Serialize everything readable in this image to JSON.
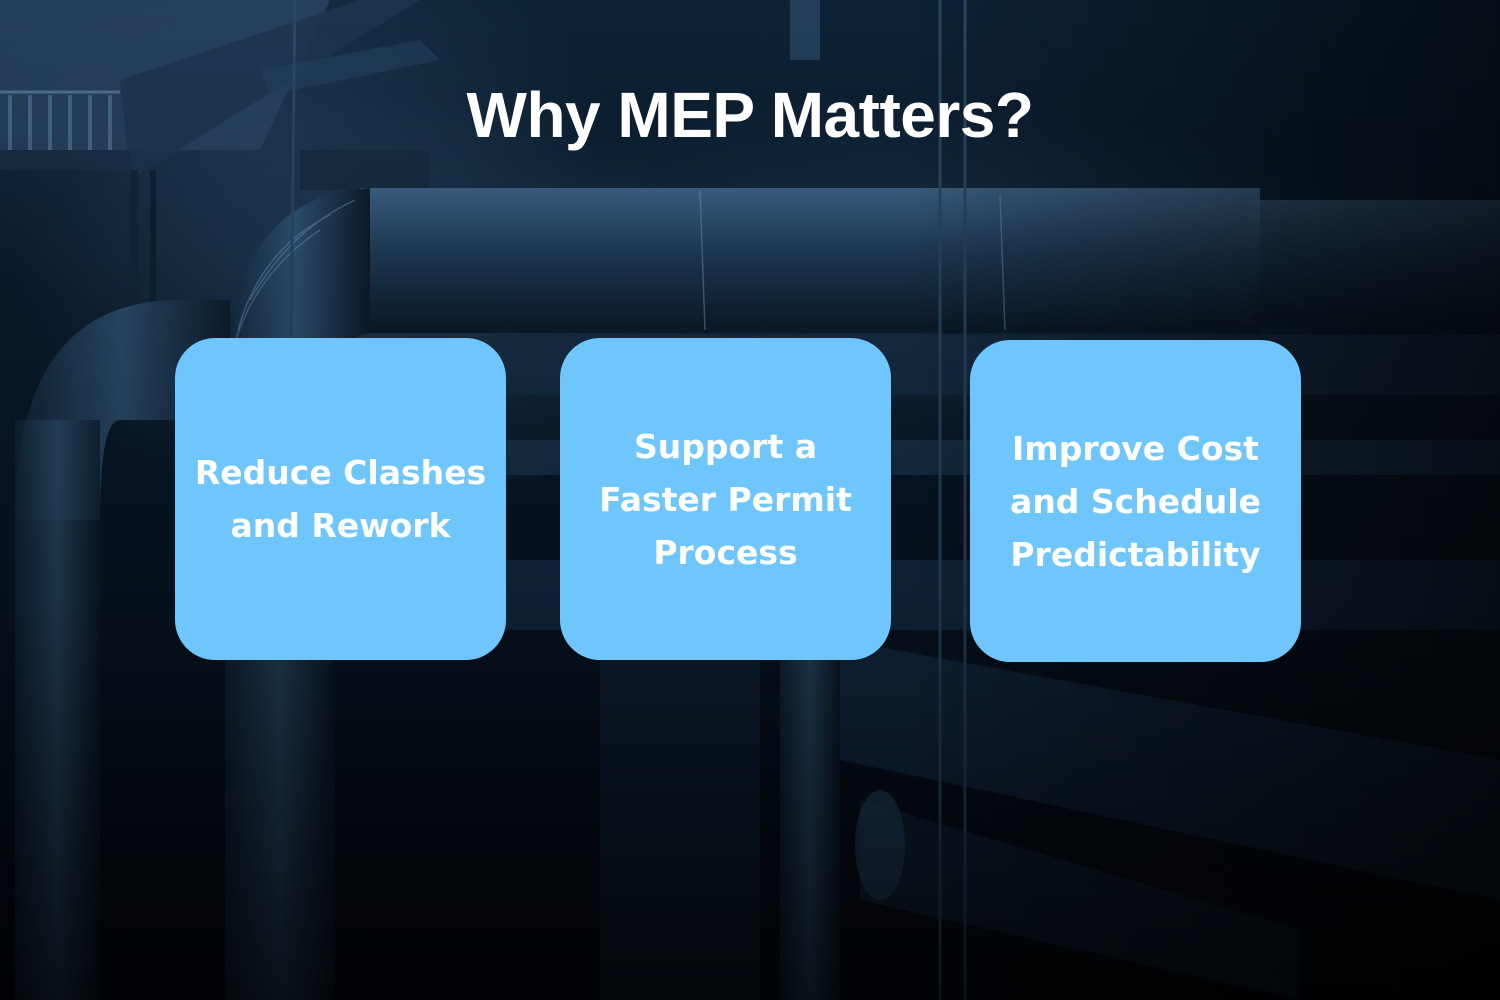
{
  "slide": {
    "title": "Why MEP Matters?",
    "background_description": "dark blue-tinted industrial interior with large ventilation ducts and pipes",
    "accent_color": "#6ec6fc",
    "text_color": "#ffffff"
  },
  "cards": [
    {
      "label": "Reduce Clashes\nand Rework"
    },
    {
      "label": "Support a\nFaster Permit\nProcess"
    },
    {
      "label": "Improve Cost\nand Schedule\nPredictability"
    }
  ]
}
